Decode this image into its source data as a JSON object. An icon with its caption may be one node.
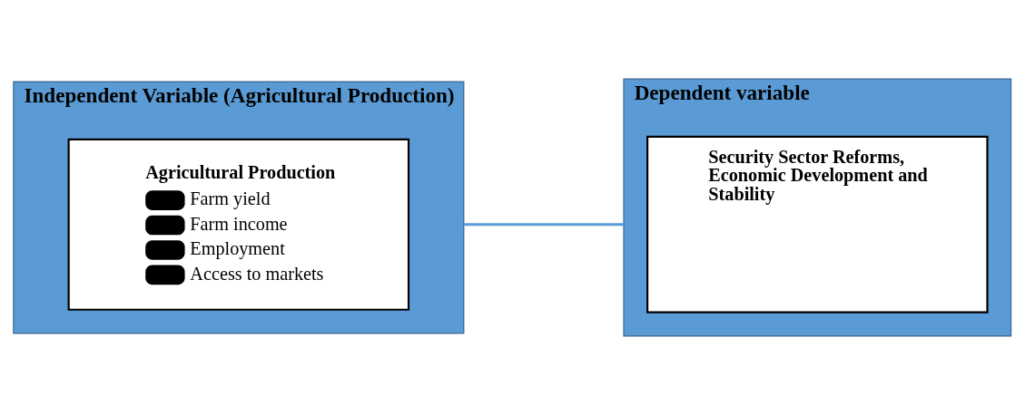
{
  "diagram": {
    "nodes": [
      {
        "text": [
          "Independent Variable (Agricultural Production)"
        ]
      },
      {
        "text": [
          "Agricultural Production",
          "Farm yield",
          "Farm income",
          "Employment",
          "Access to markets"
        ],
        "in": 0
      },
      {
        "text": [
          "Dependent variable"
        ]
      },
      {
        "text": [
          "Security Sector Reforms, Economic Development and Stability"
        ],
        "in": 2
      }
    ],
    "edges": [
      {
        "from": 0,
        "to": 2,
        "arrow": "none"
      }
    ]
  }
}
